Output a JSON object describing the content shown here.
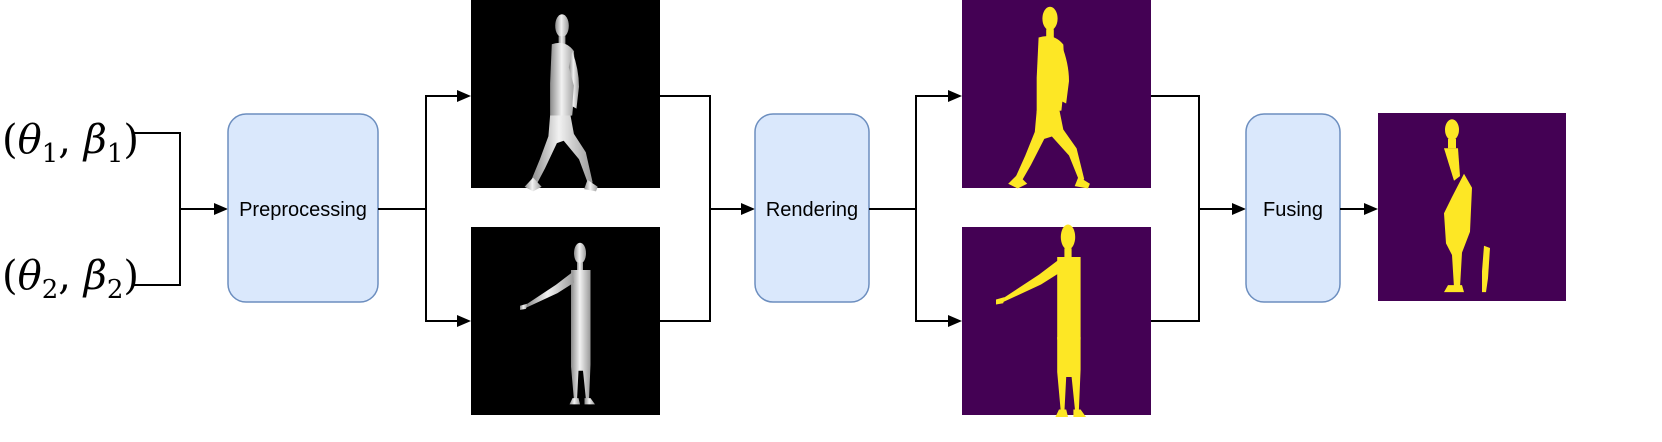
{
  "inputs": [
    {
      "theta": "θ",
      "beta": "β",
      "index": "1"
    },
    {
      "theta": "θ",
      "beta": "β",
      "index": "2"
    }
  ],
  "steps": {
    "preprocessing": "Preprocessing",
    "rendering": "Rendering",
    "fusing": "Fusing"
  },
  "colors": {
    "box_fill": "#dae8fc",
    "box_stroke": "#6c8ebf",
    "mask_background": "#440154",
    "mask_foreground": "#fde725",
    "mesh_background": "#000000",
    "mesh_body": "#d9d9d9"
  }
}
